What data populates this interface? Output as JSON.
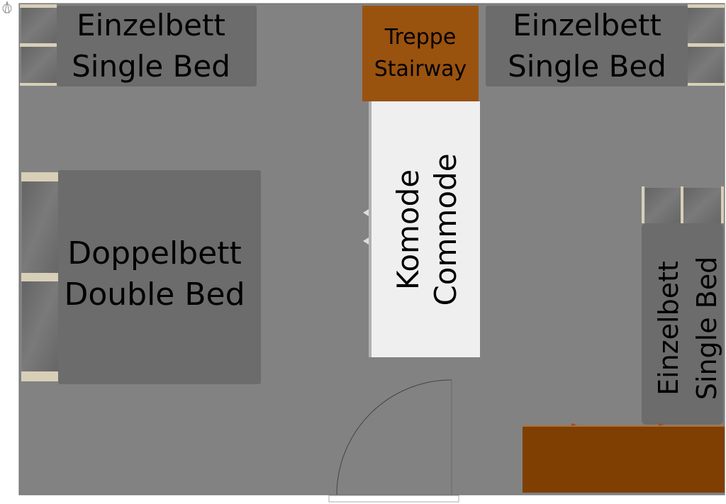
{
  "plan": {
    "single_bed_top_left": {
      "de": "Einzelbett",
      "en": "Single Bed"
    },
    "stairway": {
      "de": "Treppe",
      "en": "Stairway"
    },
    "single_bed_top_right": {
      "de": "Einzelbett",
      "en": "Single Bed"
    },
    "commode": {
      "de": "Komode",
      "en": "Commode"
    },
    "double_bed": {
      "de": "Doppelbett",
      "en": "Double Bed"
    },
    "single_bed_right": {
      "de": "Einzelbett",
      "en": "Single Bed"
    }
  },
  "colors": {
    "floor": "#828282",
    "bed": "#6c6c6c",
    "pillow_strip": "#d8cfb8",
    "stairway": "#9a520f",
    "commode": "#efefef",
    "cabinet": "#7f3f02"
  },
  "icons": {
    "compass": "north-arrow-icon"
  }
}
